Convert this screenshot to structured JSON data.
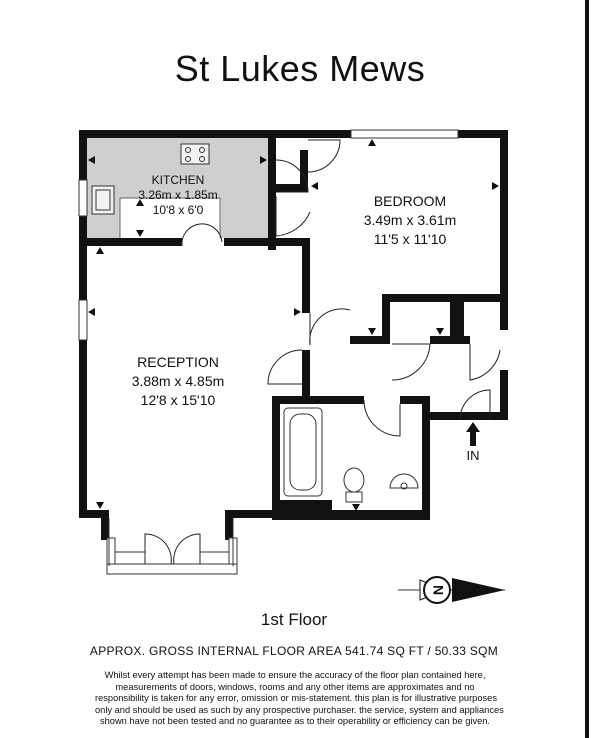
{
  "title": "St Lukes Mews",
  "floor_label": "1st Floor",
  "area_text": "APPROX. GROSS INTERNAL FLOOR AREA 541.74 SQ FT / 50.33  SQM",
  "disclaimer_lines": [
    "Whilst every attempt has been made to ensure the accuracy of the floor plan contained here,",
    "measurements of doors, windows, rooms and any other items are approximates and no",
    "responsibility is taken for any error, omission or mis-statement. this plan is for illustrative purposes",
    "only and should be used as such by any prospective purchaser. the service, system and appliances",
    "shown have not been tested and no guarantee as to their operability or efficiency can be given."
  ],
  "rooms": {
    "kitchen": {
      "name": "KITCHEN",
      "metric": "3.26m x 1.85m",
      "imperial": "10'8 x 6'0"
    },
    "bedroom": {
      "name": "BEDROOM",
      "metric": "3.49m x 3.61m",
      "imperial": "11'5 x 11'10"
    },
    "reception": {
      "name": "RECEPTION",
      "metric": "3.88m x 4.85m",
      "imperial": "12'8 x 15'10"
    }
  },
  "entrance_label": "IN",
  "compass_label": "N"
}
